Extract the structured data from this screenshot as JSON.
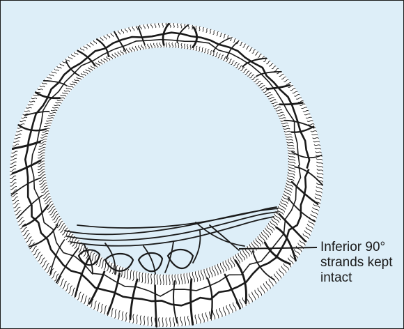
{
  "colors": {
    "background": "#ddeef8",
    "line": "#1a1a1a",
    "ring_fill": "#ffffff"
  },
  "annotation": {
    "lines": [
      "Inferior 90°",
      "strands kept",
      "intact"
    ]
  }
}
